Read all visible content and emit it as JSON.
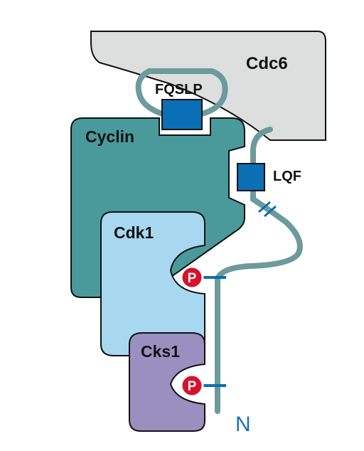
{
  "labels": {
    "cdc6": "Cdc6",
    "fqslp": "FQSLP",
    "lqf": "LQF",
    "cyclin": "Cyclin",
    "cdk1": "Cdk1",
    "cks1": "Cks1",
    "phospho_top": "P",
    "phospho_bottom": "P",
    "n_terminus": "N"
  },
  "colors": {
    "cdc6": "#dcdfdd",
    "cyclin": "#4a9a9c",
    "cdk1": "#a8d8f0",
    "cks1": "#9a90c0",
    "motif": "#0a6fb5",
    "linker": "#6d9a9c",
    "phospho": "#d9102a",
    "n_terminus": "#1f6fb2"
  }
}
